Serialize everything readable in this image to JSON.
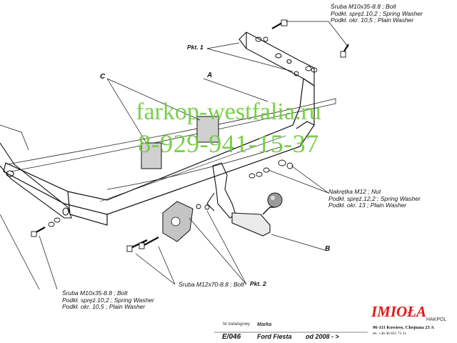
{
  "watermark": {
    "site": "farkop-westfalia.ru",
    "phone": "8-929-941-15-37"
  },
  "part_letters": {
    "a": "A",
    "b": "B",
    "c": "C"
  },
  "callouts": {
    "pkt1": "Pkt. 1",
    "pkt2": "Pkt. 2",
    "bolt_top": [
      "Śruba M10x35-8.8 ;  Bolt",
      "Podkł. spręż.10,2 ; Spring Washer",
      "Podkł. okr. 10,5 ; Plain Washer"
    ],
    "nut": [
      "Nakrętka  M12 ; Nut",
      "Podkł. spręż.12,2 ; Spring Washer",
      "Podkł. okr. 13 ; Plain Washer"
    ],
    "bolt_left": [
      "Śruba M10x35-8.8 ;  Bolt",
      "Podkł. spręż.10,2 ; Spring Washer",
      "Podkł. okr. 10,5 ; Plain Washer"
    ],
    "bolt_m12": "Śruba M12x70-8.8 ;  Bolt"
  },
  "title_block": {
    "catalog_label": "Nr katalogowy",
    "catalog_value": "E/046",
    "brand_label": "Marka",
    "brand_value": "Ford Fiesta",
    "year_value": "od 2008 - >"
  },
  "manufacturer": {
    "logo_text": "IMIOŁA",
    "sub_text": "HAKPOL",
    "address": "96-111 Kowiesy, Chojnata 23 A",
    "phone": "tel. +48 46 831 73 31"
  },
  "colors": {
    "watermark": "#6fcc3c",
    "logo": "#e01818",
    "line": "#1a1a1a"
  }
}
